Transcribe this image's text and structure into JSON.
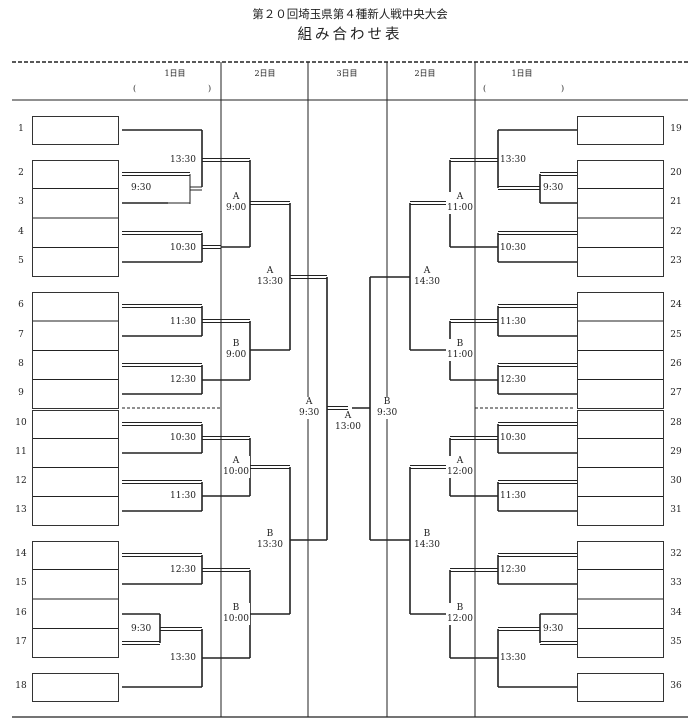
{
  "title": "第２０回埼玉県第４種新人戦中央大会",
  "subtitle": "組み合わせ表",
  "columns": {
    "left_day1": "1日目",
    "left_day2": "2日目",
    "center_day3": "3日目",
    "right_day2": "2日目",
    "right_day1": "1日目",
    "paren_left_open": "(",
    "paren_left_close": ")",
    "paren_right_open": "(",
    "paren_right_close": ")"
  },
  "team_numbers_left": [
    "1",
    "2",
    "3",
    "4",
    "5",
    "6",
    "7",
    "8",
    "9",
    "10",
    "11",
    "12",
    "13",
    "14",
    "15",
    "16",
    "17",
    "18"
  ],
  "team_numbers_right": [
    "19",
    "20",
    "21",
    "22",
    "23",
    "24",
    "25",
    "26",
    "27",
    "28",
    "29",
    "30",
    "31",
    "32",
    "33",
    "34",
    "35",
    "36"
  ],
  "left_day1_times": [
    "13:30",
    "9:30",
    "10:30",
    "11:30",
    "12:30",
    "10:30",
    "11:30",
    "12:30",
    "9:30",
    "13:30"
  ],
  "right_day1_times": [
    "13:30",
    "9:30",
    "10:30",
    "11:30",
    "12:30",
    "10:30",
    "11:30",
    "12:30",
    "9:30",
    "13:30"
  ],
  "left_day2_labels": [
    "A\n9:00",
    "B\n9:00",
    "A\n10:00",
    "B\n10:00",
    "A\n13:30",
    "B\n13:30"
  ],
  "right_day2_labels": [
    "A\n11:00",
    "B\n11:00",
    "A\n12:00",
    "B\n12:00",
    "A\n14:30",
    "B\n14:30"
  ],
  "day3_labels": [
    "A\n9:30",
    "B\n9:30",
    "A\n13:00"
  ]
}
